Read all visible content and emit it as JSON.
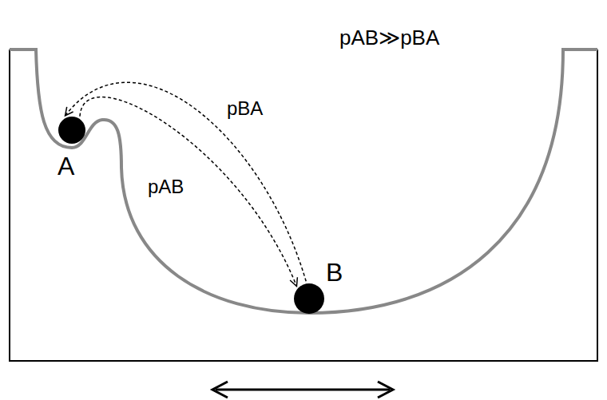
{
  "diagram": {
    "nodes": [
      {
        "text": [
          "A"
        ]
      },
      {
        "text": [
          "B"
        ]
      }
    ],
    "edges": [
      {
        "from": 0,
        "to": 1,
        "arrow": "to",
        "label": "pAB"
      },
      {
        "from": 1,
        "to": 0,
        "arrow": "to",
        "label": "pBA"
      }
    ],
    "labels": [
      "pAB≫pBA"
    ]
  }
}
